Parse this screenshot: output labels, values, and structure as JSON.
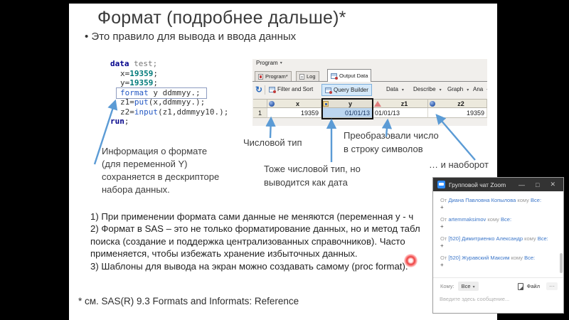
{
  "slide": {
    "title": "Формат (подробнее дальше)*",
    "bullet": "• Это правило для вывода и ввода данных",
    "footnote": "* см. SAS(R) 9.3 Formats and Informats: Reference",
    "notes": [
      "1) При применении формата сами данные не меняются (переменная y - ч",
      "2) Формат в SAS – это не только форматирование данных, но и метод табл",
      "поиска (создание и поддержка централизованных справочников). Часто",
      "применяется, чтобы избежать хранение избыточных данных.",
      "3) Шаблоны для вывода на экран можно создавать самому (proc format)."
    ],
    "annotations": {
      "numeric_type": "Числовой тип",
      "converted_line1": "Преобразовали число",
      "converted_line2": "в строку символов",
      "format_info_line1": "Информация о формате",
      "format_info_line2": "(для переменной Y)",
      "format_info_line3": "сохраняется в дескрипторе",
      "format_info_line4": "набора данных.",
      "also_numeric_line1": "Тоже числовой тип, но",
      "also_numeric_line2": "выводится как дата",
      "vice_versa": "… и наоборот"
    }
  },
  "code": {
    "l1_kw": "data",
    "l1_rest": " test;",
    "l2_pre": "x=",
    "l2_num": "19359",
    "l2_post": ";",
    "l3_pre": "y=",
    "l3_num": "19359",
    "l3_post": ";",
    "l4_kw": "format",
    "l4_rest": " y ddmmyy.;",
    "l5_pre": "z1=",
    "l5_fn": "put",
    "l5_post": "(x,ddmmyy.);",
    "l6_pre": "z2=",
    "l6_fn": "input",
    "l6_post": "(z1,ddmmyy10.);",
    "l7_kw": "run",
    "l7_post": ";"
  },
  "sas": {
    "window_title": "Program",
    "tabs": [
      {
        "label": "Program*"
      },
      {
        "label": "Log"
      },
      {
        "label": "Output Data"
      }
    ],
    "toolbar": {
      "filter_sort": "Filter and Sort",
      "query_builder": "Query Builder",
      "menus": [
        "Data",
        "Describe",
        "Graph",
        "Ana"
      ]
    },
    "table": {
      "columns": [
        "x",
        "y",
        "z1",
        "z2"
      ],
      "row_number": "1",
      "row": {
        "x": "19359",
        "y": "01/01/13",
        "z1": "01/01/13",
        "z2": "19359"
      }
    }
  },
  "chat": {
    "title": "Групповой чат Zoom",
    "controls": {
      "minimize": "—",
      "maximize": "□",
      "close": "✕"
    },
    "messages": [
      {
        "from_label": "От",
        "name": "Диана Павловна Копылова",
        "to_label": "кому",
        "to_value": "Все:",
        "body": "+"
      },
      {
        "from_label": "От",
        "name": "artemmaksimov",
        "to_label": "кому",
        "to_value": "Все:",
        "body": "+"
      },
      {
        "from_label": "От",
        "name": "[520] Димитриенко Александр",
        "to_label": "кому",
        "to_value": "Все:",
        "body": "+"
      },
      {
        "from_label": "От",
        "name": "[520] Журавский Максим",
        "to_label": "кому",
        "to_value": "Все:",
        "body": "+"
      }
    ],
    "footer": {
      "to_label": "Кому:",
      "to_value": "Все",
      "file_label": "Файл",
      "more": "···",
      "input_placeholder": "Введите здесь сообщение..."
    }
  },
  "colors": {
    "arrow_blue": "#5B9BD5",
    "chat_accent": "#2D8CFF",
    "laser_red": "#eb2828",
    "code_keyword": "#00008b",
    "code_number": "#007a7a",
    "code_function": "#2458c3",
    "selected_cell_bg": "#bcd6f0"
  }
}
